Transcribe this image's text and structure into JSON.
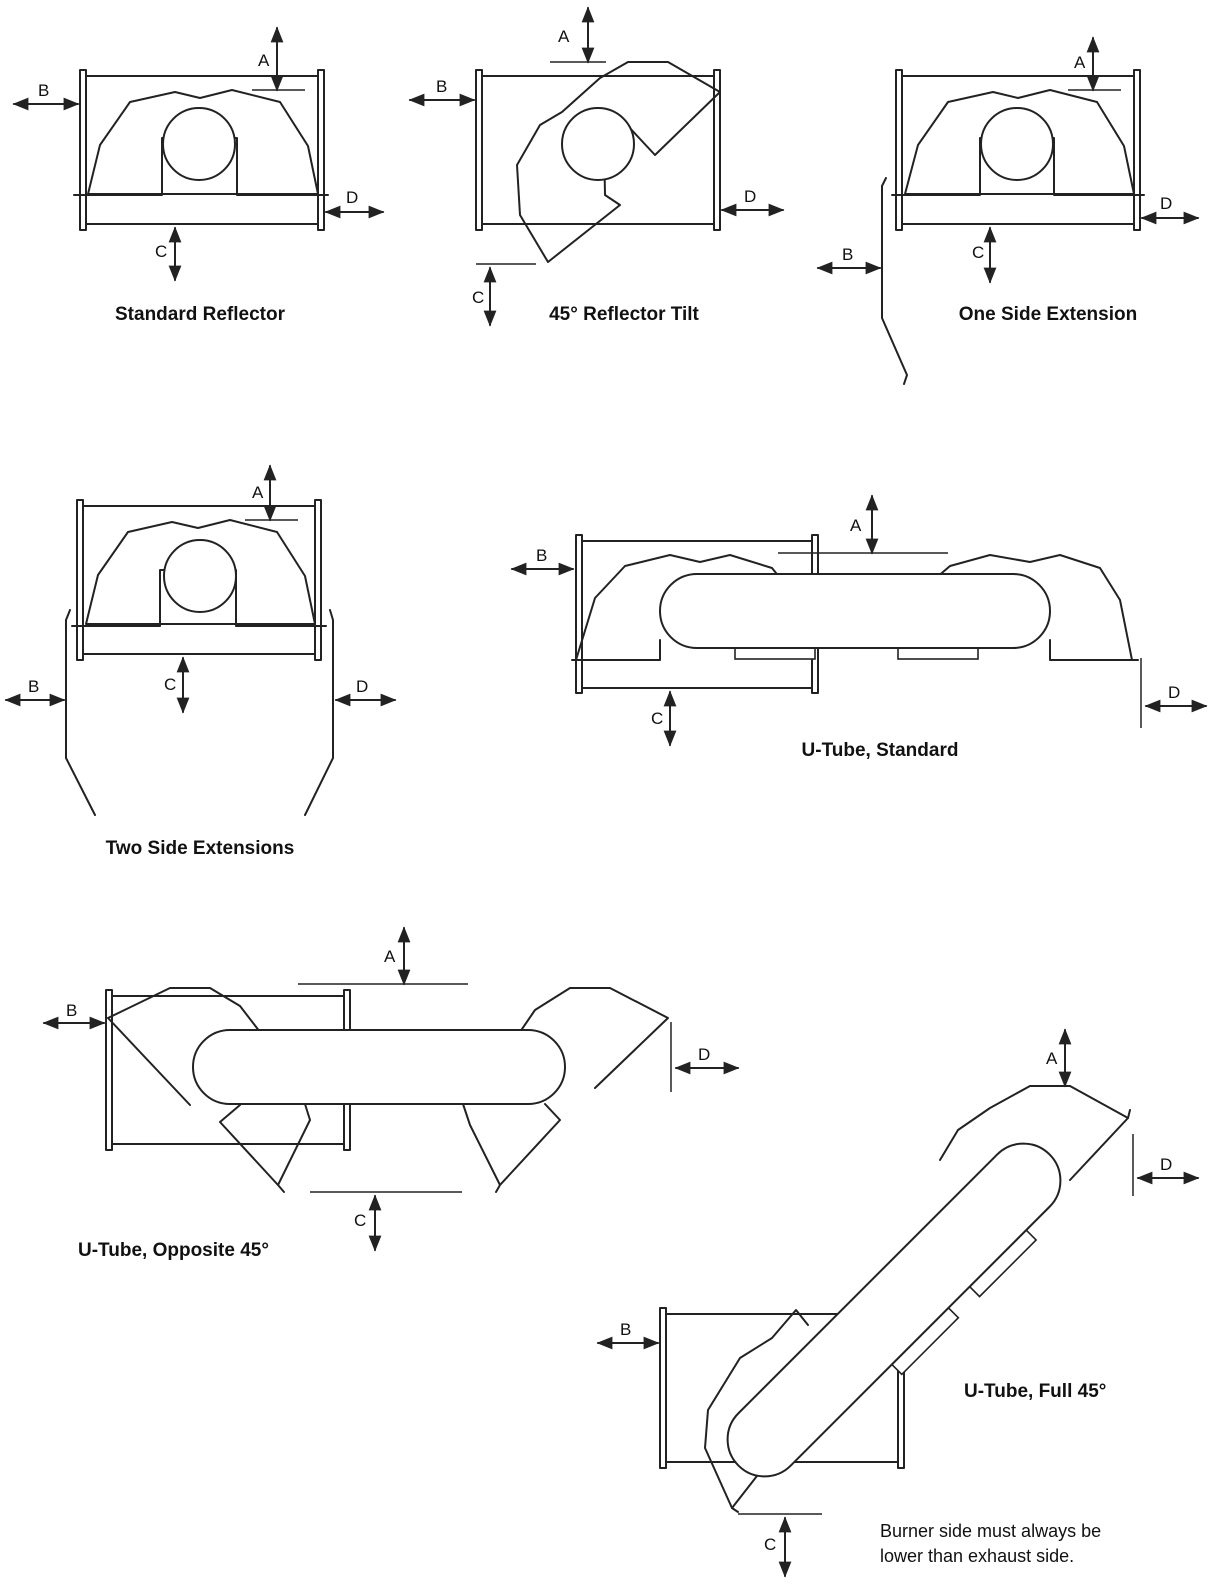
{
  "captions": {
    "standard": "Standard Reflector",
    "tilt": "45° Reflector Tilt",
    "one_side": "One Side Extension",
    "two_side": "Two Side Extensions",
    "utube_std": "U-Tube, Standard",
    "utube_opp": "U-Tube, Opposite 45°",
    "utube_full": "U-Tube, Full 45°"
  },
  "dimension_labels": {
    "a": "A",
    "b": "B",
    "c": "C",
    "d": "D"
  },
  "note": {
    "line1": "Burner side must always be",
    "line2": "lower than exhaust side."
  }
}
